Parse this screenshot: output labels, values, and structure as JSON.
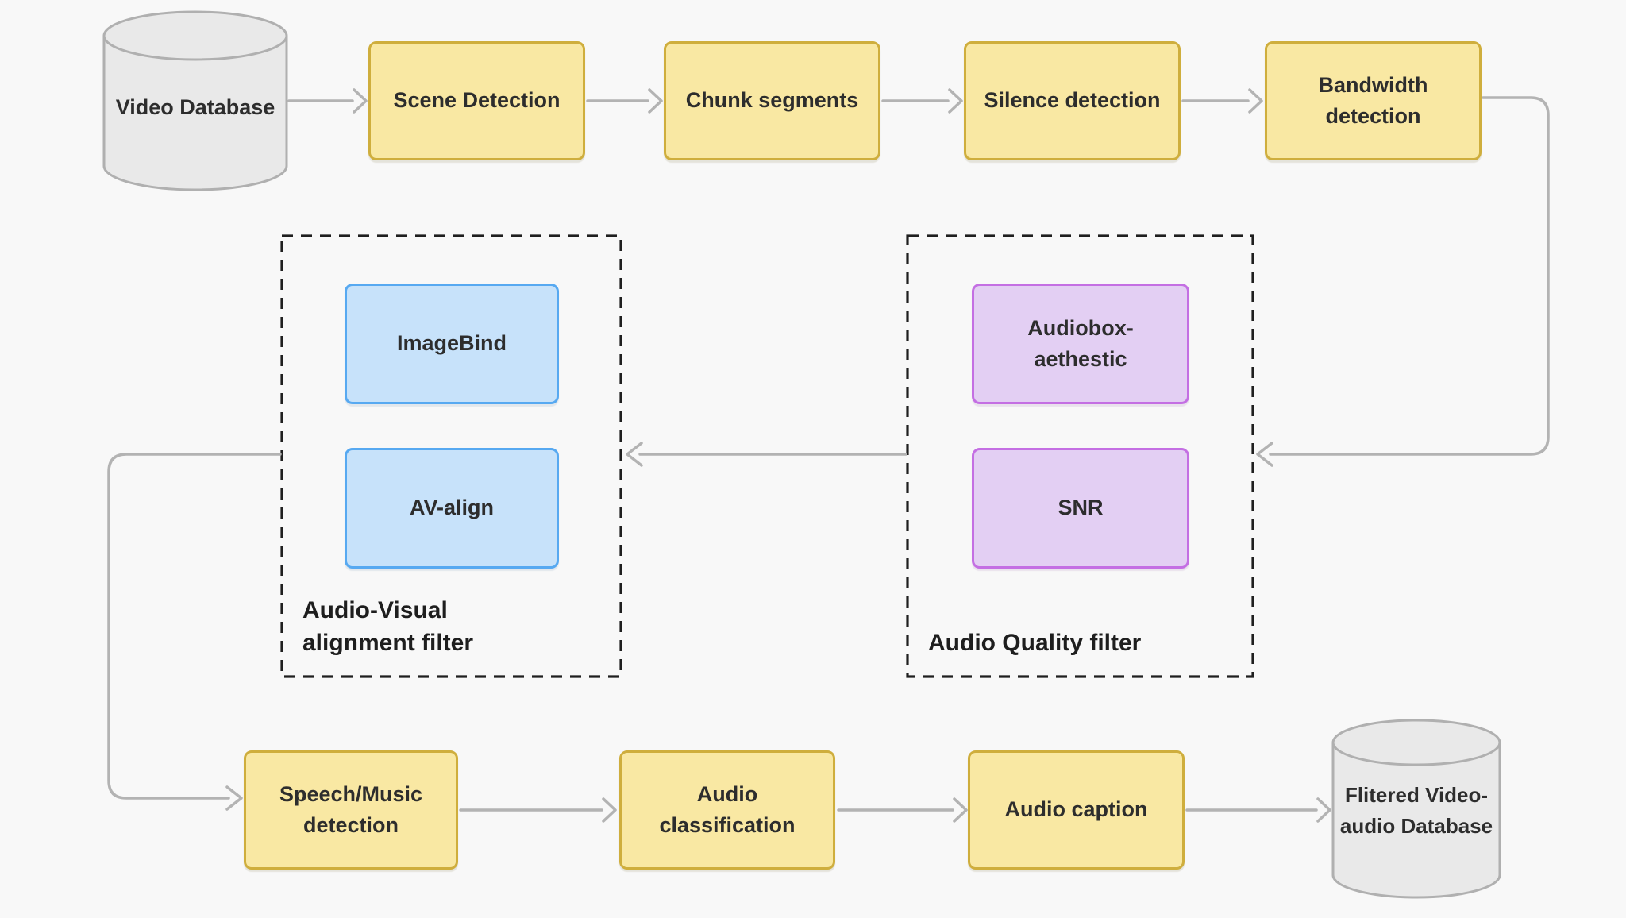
{
  "diagram_type": "pipeline-flowchart",
  "nodes": {
    "video_database": {
      "label": "Video Database",
      "shape": "cylinder"
    },
    "scene_detection": {
      "label": "Scene Detection",
      "shape": "process"
    },
    "chunk_segments": {
      "label": "Chunk segments",
      "shape": "process"
    },
    "silence_detection": {
      "label": "Silence detection",
      "shape": "process"
    },
    "bandwidth_detection": {
      "label": "Bandwidth detection",
      "shape": "process"
    },
    "imagebind": {
      "label": "ImageBind",
      "shape": "model"
    },
    "av_align": {
      "label": "AV-align",
      "shape": "model"
    },
    "audiobox_aethestic": {
      "label": "Audiobox-aethestic",
      "shape": "model"
    },
    "snr": {
      "label": "SNR",
      "shape": "model"
    },
    "speech_music_detection": {
      "label": "Speech/Music detection",
      "shape": "process"
    },
    "audio_classification": {
      "label": "Audio classification",
      "shape": "process"
    },
    "audio_caption": {
      "label": "Audio caption",
      "shape": "process"
    },
    "filtered_video_audio_database": {
      "label": "Flitered Video-audio Database",
      "shape": "cylinder"
    }
  },
  "groups": {
    "av_alignment_filter": {
      "label": "Audio-Visual alignment filter",
      "members": [
        "imagebind",
        "av_align"
      ]
    },
    "audio_quality_filter": {
      "label": "Audio Quality filter",
      "members": [
        "audiobox_aethestic",
        "snr"
      ]
    }
  },
  "edges": [
    {
      "from": "video_database",
      "to": "scene_detection"
    },
    {
      "from": "scene_detection",
      "to": "chunk_segments"
    },
    {
      "from": "chunk_segments",
      "to": "silence_detection"
    },
    {
      "from": "silence_detection",
      "to": "bandwidth_detection"
    },
    {
      "from": "bandwidth_detection",
      "to": "audio_quality_filter"
    },
    {
      "from": "audio_quality_filter",
      "to": "av_alignment_filter"
    },
    {
      "from": "av_alignment_filter",
      "to": "speech_music_detection"
    },
    {
      "from": "speech_music_detection",
      "to": "audio_classification"
    },
    {
      "from": "audio_classification",
      "to": "audio_caption"
    },
    {
      "from": "audio_caption",
      "to": "filtered_video_audio_database"
    }
  ],
  "colors": {
    "background": "#f8f8f8",
    "process_fill": "#f9e8a3",
    "process_border": "#cfae3d",
    "model_blue_fill": "#c7e2fa",
    "model_blue_border": "#57a9f1",
    "model_purple_fill": "#e3cff3",
    "model_purple_border": "#c46fe3",
    "cylinder_fill": "#e9e9e9",
    "cylinder_border": "#b0b0b0",
    "arrow": "#b3b3b3",
    "group_dash_border": "#1f1f1f",
    "text": "#2d2d2d"
  }
}
